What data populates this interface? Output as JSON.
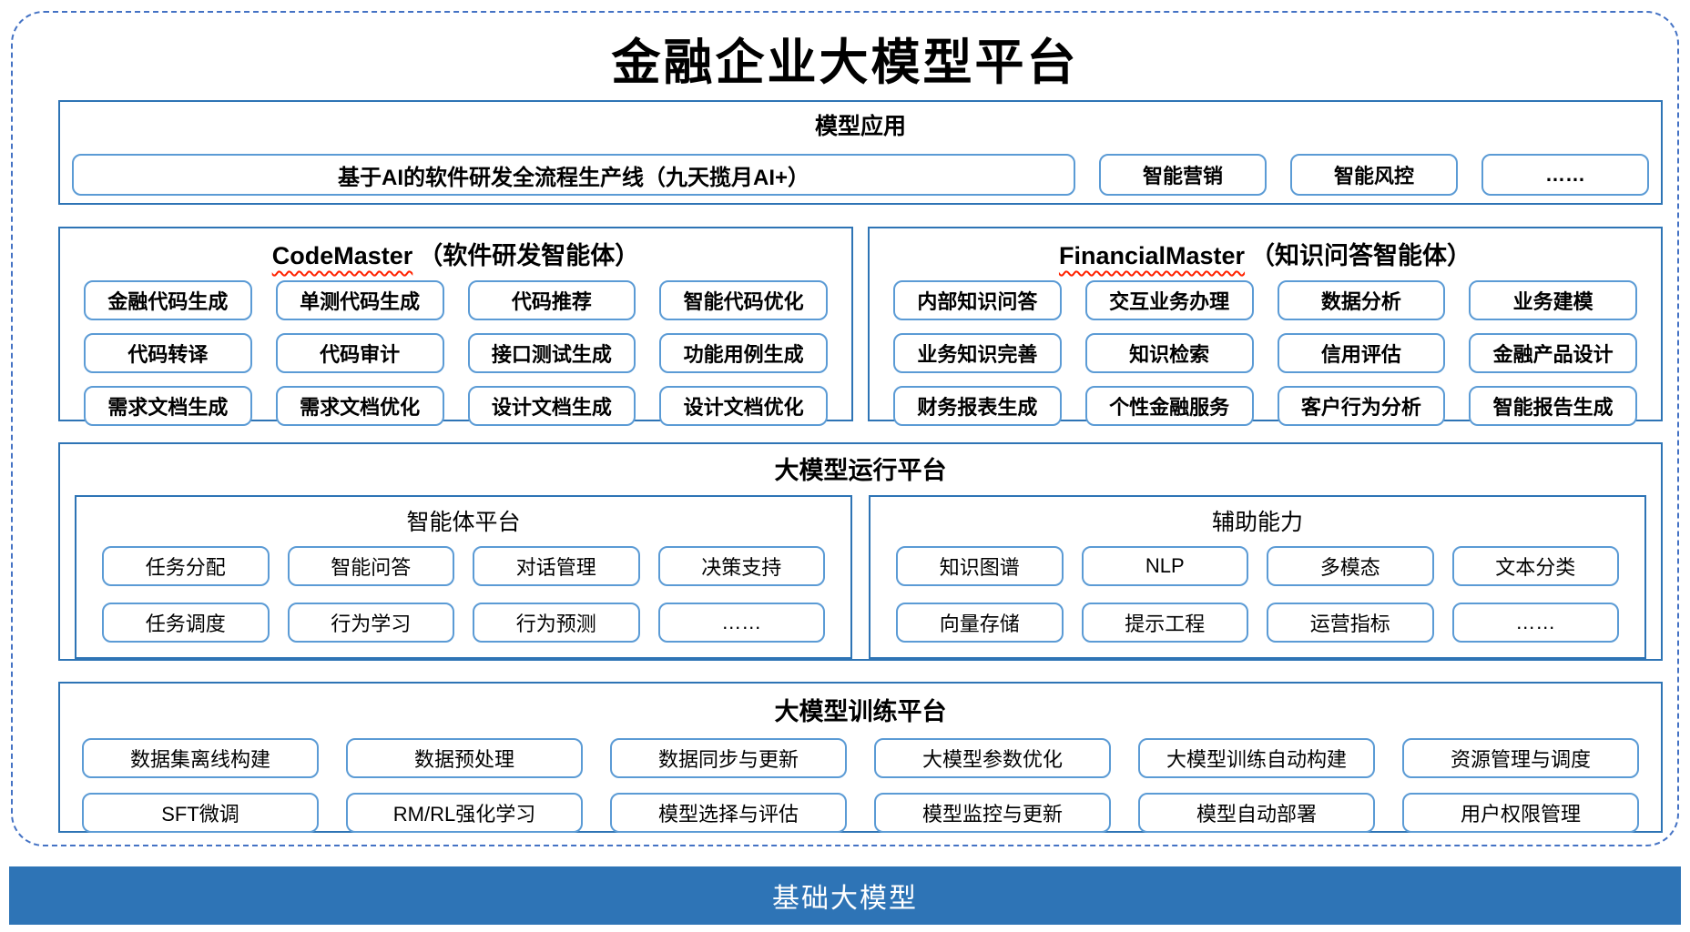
{
  "title": "金融企业大模型平台",
  "colors": {
    "frame_border": "#4472C4",
    "section_border": "#2E74B5",
    "item_border": "#5B9BD5",
    "wavy_underline": "#FF2200",
    "base_bar_bg": "#2E74B6",
    "base_bar_text": "#FFFFFF"
  },
  "sections": {
    "app": {
      "header": "模型应用",
      "main_item": "基于AI的软件研发全流程生产线（九天揽月AI+）",
      "items": [
        "智能营销",
        "智能风控",
        "……"
      ]
    },
    "codemaster": {
      "header_en": "CodeMaster",
      "header_cn": "（软件研发智能体）",
      "items": [
        "金融代码生成",
        "单测代码生成",
        "代码推荐",
        "智能代码优化",
        "代码转译",
        "代码审计",
        "接口测试生成",
        "功能用例生成",
        "需求文档生成",
        "需求文档优化",
        "设计文档生成",
        "设计文档优化"
      ]
    },
    "financialmaster": {
      "header_en": "FinancialMaster",
      "header_cn": "（知识问答智能体）",
      "items": [
        "内部知识问答",
        "交互业务办理",
        "数据分析",
        "业务建模",
        "业务知识完善",
        "知识检索",
        "信用评估",
        "金融产品设计",
        "财务报表生成",
        "个性金融服务",
        "客户行为分析",
        "智能报告生成"
      ]
    },
    "runtime": {
      "header": "大模型运行平台",
      "agent_platform": {
        "header": "智能体平台",
        "items": [
          "任务分配",
          "智能问答",
          "对话管理",
          "决策支持",
          "任务调度",
          "行为学习",
          "行为预测",
          "……"
        ]
      },
      "aux": {
        "header": "辅助能力",
        "items": [
          "知识图谱",
          "NLP",
          "多模态",
          "文本分类",
          "向量存储",
          "提示工程",
          "运营指标",
          "……"
        ]
      }
    },
    "training": {
      "header": "大模型训练平台",
      "items": [
        "数据集离线构建",
        "数据预处理",
        "数据同步与更新",
        "大模型参数优化",
        "大模型训练自动构建",
        "资源管理与调度",
        "SFT微调",
        "RM/RL强化学习",
        "模型选择与评估",
        "模型监控与更新",
        "模型自动部署",
        "用户权限管理"
      ]
    },
    "base": {
      "label": "基础大模型"
    }
  }
}
